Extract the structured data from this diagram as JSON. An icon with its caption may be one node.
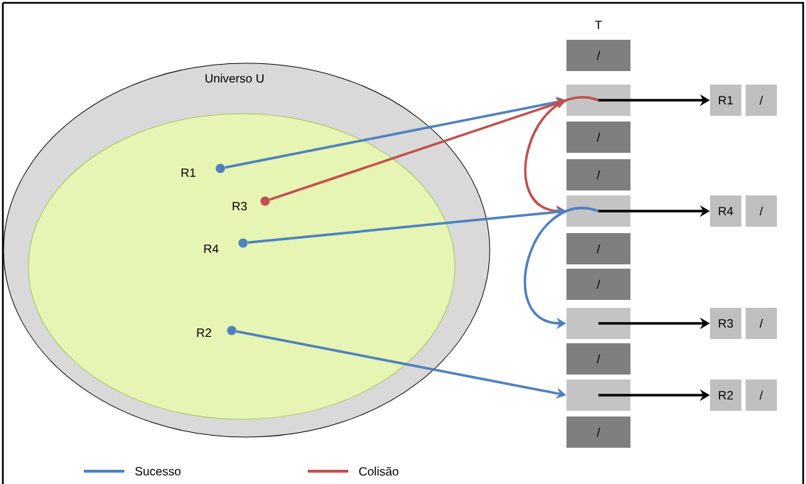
{
  "diagram": {
    "nodes": [
      {
        "text": [
          "Universo U"
        ]
      },
      {
        "text": [],
        "shape": "ellipse",
        "in": 0
      },
      {
        "text": [],
        "shape": "circle",
        "beside": [
          "R1"
        ],
        "in": 1
      },
      {
        "text": [],
        "shape": "circle",
        "beside": [
          "R3"
        ],
        "in": 1
      },
      {
        "text": [],
        "shape": "circle",
        "beside": [
          "R4"
        ],
        "in": 1
      },
      {
        "text": [],
        "shape": "circle",
        "beside": [
          "R2"
        ],
        "in": 1
      },
      {
        "text": [
          "/"
        ]
      },
      {
        "text": [],
        "shape": "box"
      },
      {
        "text": [
          "/"
        ]
      },
      {
        "text": [
          "/"
        ]
      },
      {
        "text": [],
        "shape": "box"
      },
      {
        "text": [
          "/"
        ]
      },
      {
        "text": [
          "/"
        ]
      },
      {
        "text": [],
        "shape": "box"
      },
      {
        "text": [
          "/"
        ]
      },
      {
        "text": [],
        "shape": "box"
      },
      {
        "text": [
          "/"
        ]
      },
      {
        "text": [
          "R1"
        ]
      },
      {
        "text": [
          "/"
        ]
      },
      {
        "text": [
          "R4"
        ]
      },
      {
        "text": [
          "/"
        ]
      },
      {
        "text": [
          "R3"
        ]
      },
      {
        "text": [
          "/"
        ]
      },
      {
        "text": [
          "R2"
        ]
      },
      {
        "text": [
          "/"
        ]
      }
    ],
    "edges": [
      {
        "from": 2,
        "to": 7,
        "arrow": "to",
        "color": "#4f81bd"
      },
      {
        "from": 3,
        "to": 7,
        "arrow": "to",
        "color": "#c0504d"
      },
      {
        "from": 7,
        "to": 10,
        "arrow": "to",
        "color": "#c0504d"
      },
      {
        "from": 4,
        "to": 10,
        "arrow": "to",
        "color": "#4f81bd"
      },
      {
        "from": 10,
        "to": 13,
        "arrow": "to",
        "color": "#4f81bd"
      },
      {
        "from": 5,
        "to": 15,
        "arrow": "to",
        "color": "#4f81bd"
      },
      {
        "from": 7,
        "to": 17,
        "arrow": "to",
        "color": "#000000"
      },
      {
        "from": 10,
        "to": 19,
        "arrow": "to",
        "color": "#000000"
      },
      {
        "from": 13,
        "to": 21,
        "arrow": "to",
        "color": "#000000"
      },
      {
        "from": 15,
        "to": 23,
        "arrow": "to",
        "color": "#000000"
      }
    ],
    "labels": [
      "T"
    ],
    "legend": [
      {
        "text": "Sucesso"
      },
      {
        "text": "Colisão"
      }
    ]
  }
}
